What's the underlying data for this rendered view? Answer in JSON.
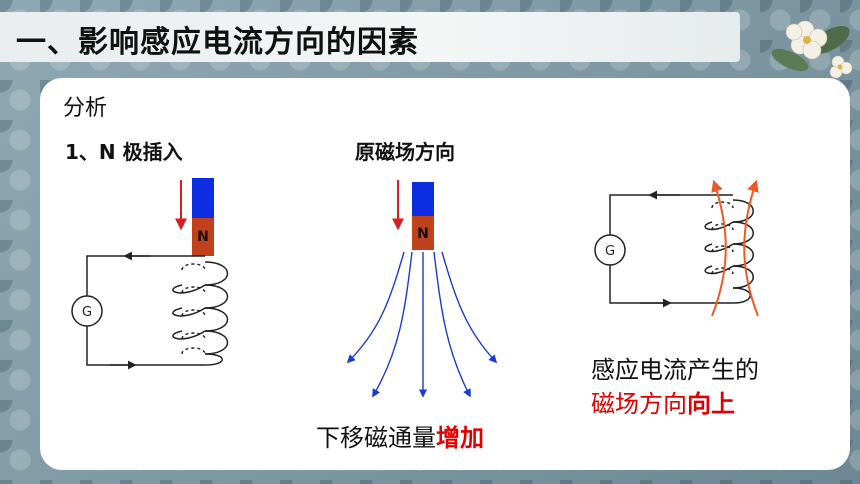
{
  "title": "一、影响感应电流方向的因素",
  "analysis_label": "分析",
  "step_label": "1、N 极插入",
  "field_heading": "原磁场方向",
  "magnet_pole_label": "N",
  "galvanometer_label": "G",
  "flux_text": "下移磁通量",
  "flux_highlight": "增加",
  "induced_line1": "感应电流产生的",
  "induced_line2_plain": "磁场方向",
  "induced_line2_bold": "向上",
  "colors": {
    "magnet_north": "#c0421c",
    "magnet_south": "#0d2ee0",
    "field_lines": "#1a3ad6",
    "arrow_red": "#d81e1e",
    "induced_field": "#ee5a24",
    "highlight": "#e00000"
  }
}
